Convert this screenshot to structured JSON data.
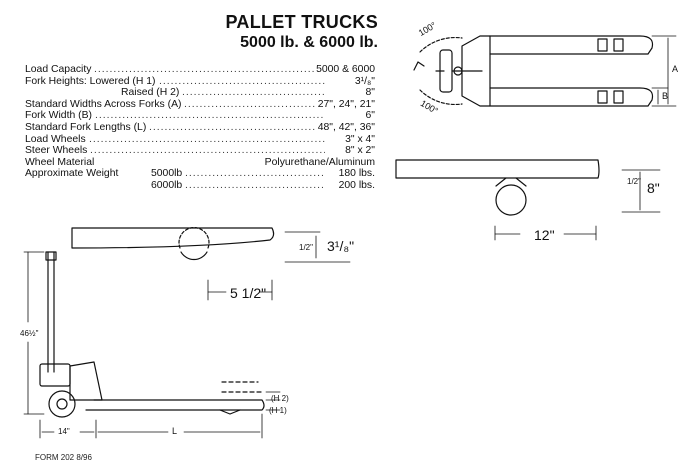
{
  "header": {
    "title": "PALLET TRUCKS",
    "subtitle": "5000 lb. & 6000 lb."
  },
  "specs": [
    {
      "label": "Load Capacity",
      "value": "5000 & 6000"
    },
    {
      "label": "Fork Heights: Lowered (H 1)",
      "value": "3¹/₈\""
    },
    {
      "label": "Raised (H 2)",
      "value": "8\"",
      "indent": true
    },
    {
      "label": "Standard Widths Across Forks (A)",
      "value": "27\", 24\", 21\""
    },
    {
      "label": "Fork Width (B)",
      "value": "6\""
    },
    {
      "label": "Standard Fork Lengths (L)",
      "value": "48\", 42\", 36\""
    },
    {
      "label": "Load Wheels",
      "value": "3\" x 4\""
    },
    {
      "label": "Steer Wheels",
      "value": "8\" x 2\""
    },
    {
      "label": "Wheel Material",
      "value": "Polyurethane/Aluminum",
      "no_leader": true
    },
    {
      "label": "Approximate Weight",
      "sub": "5000lb",
      "value": "180 lbs."
    },
    {
      "label": "",
      "sub": "6000lb",
      "value": "200 lbs."
    }
  ],
  "diagram_top": {
    "angle_top": "100°",
    "angle_bottom": "100°",
    "dim_a": "A",
    "dim_b": "B"
  },
  "diagram_steer_wheel": {
    "small_dim": "1/2\"",
    "big_dim": "8\"",
    "length_dim": "12\""
  },
  "diagram_load_wheel": {
    "small_dim": "1/2\"",
    "big_dim": "3¹/₈\"",
    "length_dim": "5 1/2\""
  },
  "diagram_side": {
    "height_dim": "46½\"",
    "base_dim": "14\"",
    "length_dim": "L",
    "h2_label": "(H 2)",
    "h1_label": "(H 1)"
  },
  "footer": {
    "form_id": "FORM 202 8/96"
  }
}
